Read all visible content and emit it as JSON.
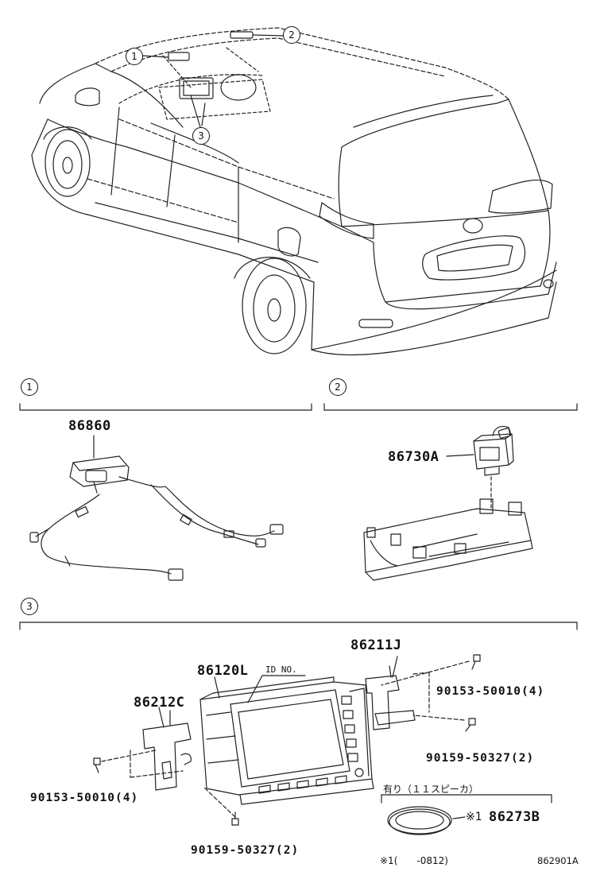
{
  "callouts": [
    "1",
    "2",
    "3"
  ],
  "section_labels": [
    "1",
    "2",
    "3"
  ],
  "parts": {
    "sensor": "86860",
    "mic": "86730A",
    "bracket_right": "86211J",
    "display": "86120L",
    "bracket_left": "86212C",
    "screw_right": "90153-50010(4)",
    "bolt_right": "90159-50327(2)",
    "screw_left": "90153-50010(4)",
    "bolt_bottom": "90159-50327(2)",
    "spacer": "86273B"
  },
  "id_no_label": "ID NO.",
  "speaker_note": "有り（１１スピーカ）",
  "spacer_mark": "※1",
  "footnote": "※1(　　-0812)",
  "diagram_code": "862901A"
}
